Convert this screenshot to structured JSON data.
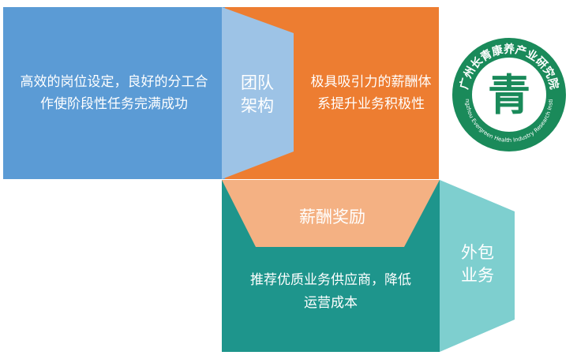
{
  "panels": {
    "left_text": "高效的岗位设定，良好的分工合作使阶段性任务完满成功",
    "top_right_text": "极具吸引力的薪酬体系提升业务积极性",
    "bottom_text": "推荐优质业务供应商，降低运营成本"
  },
  "labels": {
    "team_structure": "团队\n架构",
    "salary_reward": "薪酬奖励",
    "outsourcing": "外包\n业务"
  },
  "logo": {
    "text": "广州长青康养产业研究院",
    "english": "Guangzhou Evergreen Health Industry Research Institute",
    "glyph": "青"
  },
  "colors": {
    "blue": "#5b9bd5",
    "light_blue": "#9dc3e6",
    "orange": "#ed7d31",
    "light_orange": "#f4b183",
    "teal": "#1e958c",
    "light_teal": "#7ecfcf",
    "logo_green": "#1a8a5a"
  }
}
